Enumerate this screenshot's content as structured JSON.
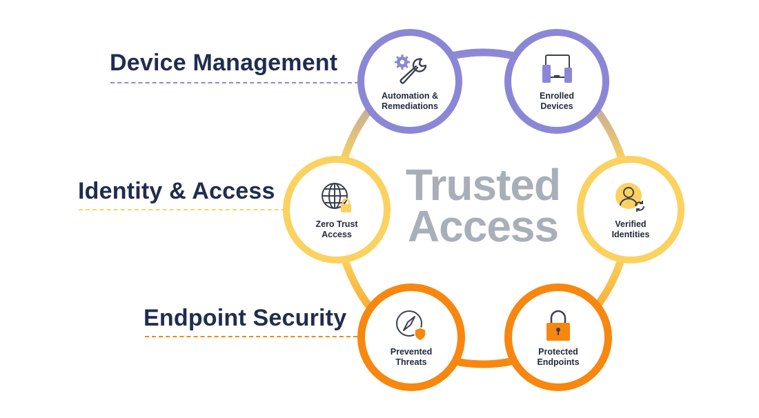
{
  "categories": {
    "device_management": "Device Management",
    "identity_access": "Identity & Access",
    "endpoint_security": "Endpoint Security"
  },
  "center": {
    "line1": "Trusted",
    "line2": "Access"
  },
  "nodes": {
    "automation": "Automation &\nRemediations",
    "enrolled": "Enrolled\nDevices",
    "zero_trust": "Zero Trust\nAccess",
    "verified": "Verified\nIdentities",
    "prevented": "Prevented\nThreats",
    "protected": "Protected\nEndpoints"
  },
  "icons": {
    "automation": "gear-wrench-icon",
    "enrolled": "devices-icon",
    "zero_trust": "globe-lock-icon",
    "verified": "user-sync-icon",
    "prevented": "compass-shield-icon",
    "protected": "padlock-icon"
  },
  "colors": {
    "purple": "#8b87d6",
    "yellow": "#fbd25f",
    "orange": "#f7870e",
    "navy": "#1f2d4f",
    "gray_text": "#a9afb8"
  }
}
